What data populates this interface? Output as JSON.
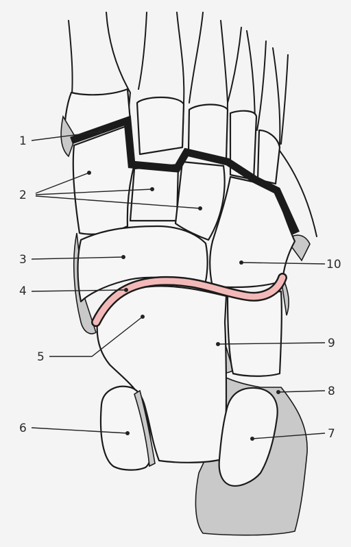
{
  "diagram": {
    "colors": {
      "bone_fill": "#f7f6f6",
      "joint_gap": "#c9c9c9",
      "tarsometatarsal_line": "#1b1b1b",
      "transverse_tarsal_line": "#f3b9b8",
      "outline": "#1b1b1b"
    },
    "labels": [
      "1",
      "2",
      "3",
      "4",
      "5",
      "6",
      "7",
      "8",
      "9",
      "10"
    ]
  }
}
